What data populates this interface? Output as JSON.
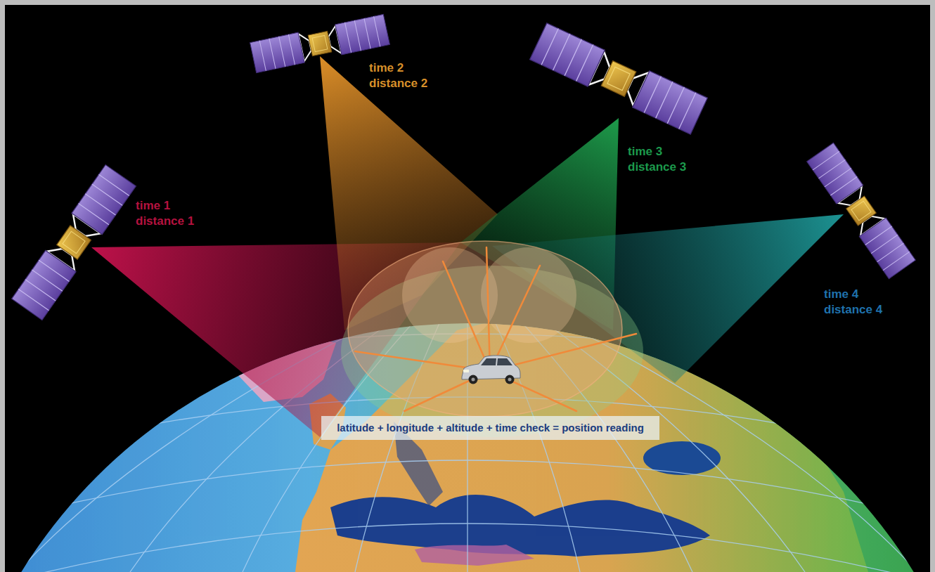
{
  "diagram": {
    "nodes": [
      {
        "text": [
          "latitude + longitude + altitude + time check = position reading"
        ]
      }
    ],
    "labels": [
      "time 1",
      "distance 1",
      "time 2",
      "distance 2",
      "time 3",
      "distance 3",
      "time 4",
      "distance 4"
    ]
  }
}
